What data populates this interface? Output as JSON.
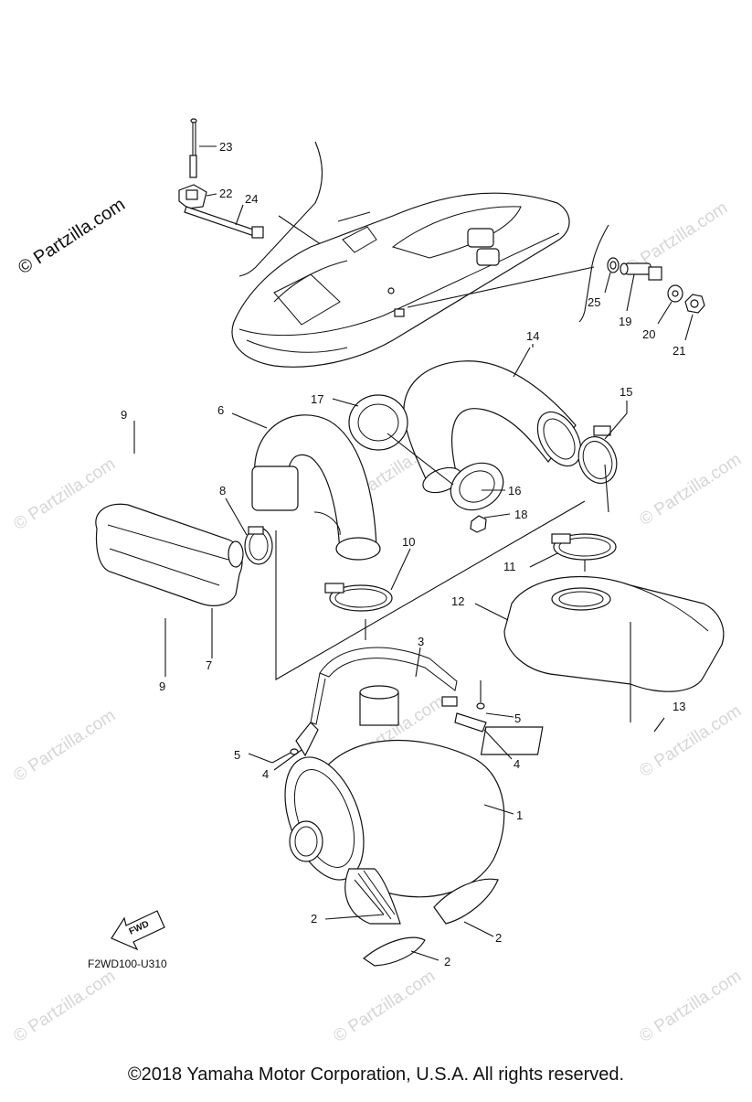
{
  "brand_watermark": "© Partzilla.com",
  "faint_watermark": "© Partzilla.com",
  "diagram_code": "F2WD100-U310",
  "fwd_label": "FWD",
  "copyright": "©2018  Yamaha Motor Corporation, U.S.A. All rights reserved.",
  "callouts": {
    "c1": "1",
    "c2a": "2",
    "c2b": "2",
    "c2c": "2",
    "c3": "3",
    "c4a": "4",
    "c4b": "4",
    "c5a": "5",
    "c5b": "5",
    "c6": "6",
    "c7": "7",
    "c8": "8",
    "c9a": "9",
    "c9b": "9",
    "c10": "10",
    "c11": "11",
    "c12": "12",
    "c13": "13",
    "c14": "14",
    "c15": "15",
    "c16": "16",
    "c17": "17",
    "c18": "18",
    "c19": "19",
    "c20": "20",
    "c21": "21",
    "c22": "22",
    "c23": "23",
    "c24": "24",
    "c25": "25"
  }
}
